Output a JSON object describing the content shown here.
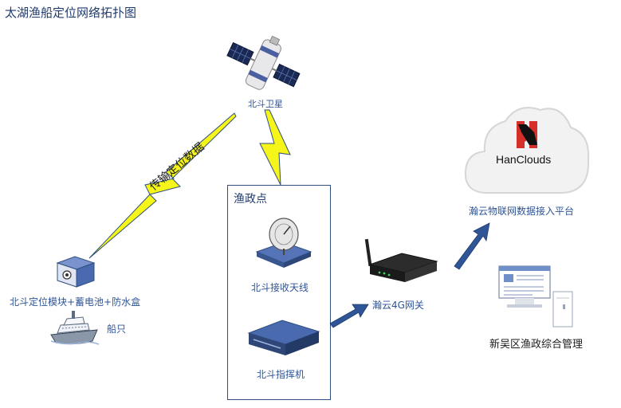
{
  "title": "太湖渔船定位网络拓扑图",
  "satellite": {
    "label": "北斗卫星",
    "icon": "satellite-icon"
  },
  "transmission_label": "传输定位数据",
  "station": {
    "title": "渔政点",
    "antenna": {
      "label": "北斗接收天线",
      "icon": "satellite-dish-icon"
    },
    "commander": {
      "label": "北斗指挥机",
      "icon": "command-device-icon"
    }
  },
  "module": {
    "label": "北斗定位模块+蓄电池+防水盒",
    "icon": "positioning-module-icon"
  },
  "ship": {
    "label": "船只",
    "icon": "ship-icon"
  },
  "gateway": {
    "label": "瀚云4G网关",
    "icon": "router-icon"
  },
  "cloud": {
    "brand": "HanClouds",
    "label": "瀚云物联网数据接入平台",
    "icon": "cloud-icon"
  },
  "management": {
    "label": "新吴区渔政综合管理",
    "icon": "computer-icon"
  },
  "colors": {
    "lightning": "#f5f51a",
    "arrow": "#2f5597",
    "label": "#2f5597"
  }
}
